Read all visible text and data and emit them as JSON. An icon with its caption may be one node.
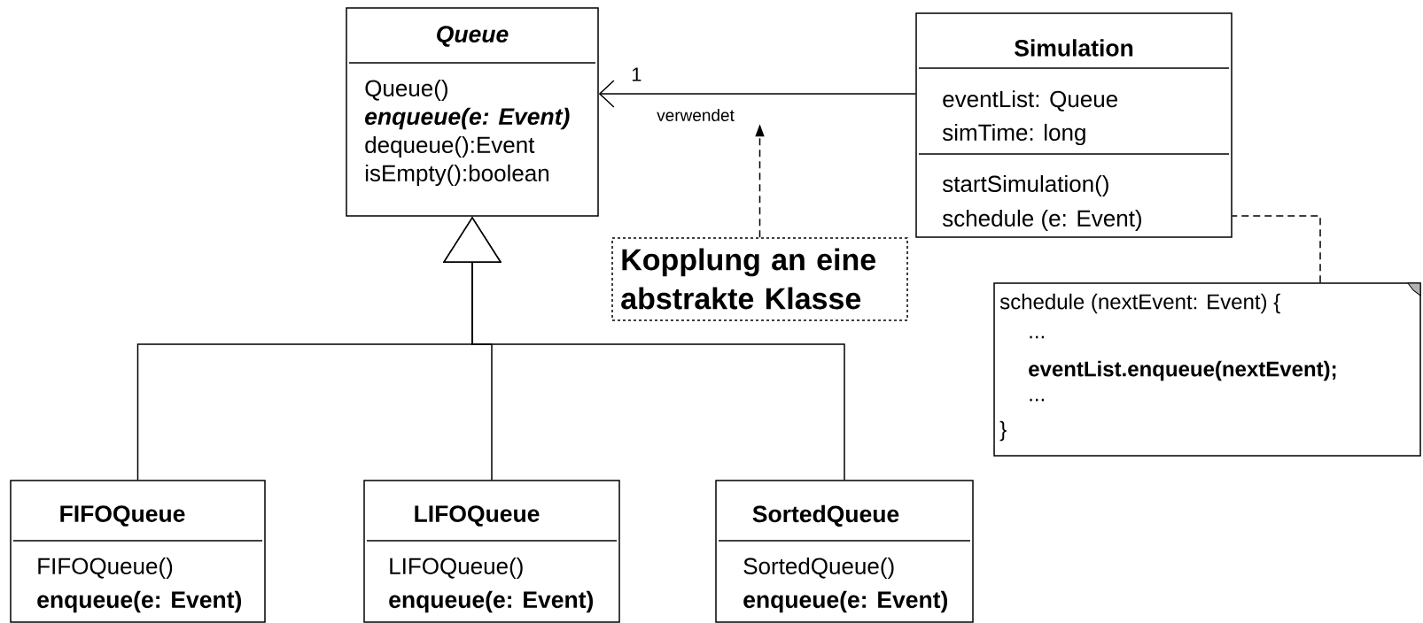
{
  "diagram": {
    "nodes": [
      {
        "text": [
          "Queue",
          "Queue()",
          "enqueue(e: Event)",
          "dequeue():Event",
          "isEmpty():boolean"
        ]
      },
      {
        "text": [
          "Simulation",
          "eventList: Queue",
          "simTime: long",
          "startSimulation()",
          "schedule (e: Event)"
        ]
      },
      {
        "text": [
          "Kopplung an eine abstrakte Klasse"
        ]
      },
      {
        "text": [
          "schedule (nextEvent: Event) {",
          "...",
          "eventList.enqueue(nextEvent);",
          "...",
          "}"
        ]
      },
      {
        "text": [
          "FIFOQueue",
          "FIFOQueue()",
          "enqueue(e: Event)"
        ]
      },
      {
        "text": [
          "LIFOQueue",
          "LIFOQueue()",
          "enqueue(e: Event)"
        ]
      },
      {
        "text": [
          "SortedQueue",
          "SortedQueue()",
          "enqueue(e: Event)"
        ]
      }
    ],
    "edges": [
      {
        "from": 1,
        "to": 0,
        "arrow": "to",
        "label": "verwendet"
      },
      {
        "from": 2,
        "to": null,
        "arrow": "to",
        "style": "dashed"
      },
      {
        "from": 3,
        "to": 1,
        "arrow": "none",
        "style": "dashed"
      },
      {
        "from": 4,
        "to": 0,
        "arrow": "to"
      },
      {
        "from": 5,
        "to": 0,
        "arrow": "to"
      },
      {
        "from": 6,
        "to": 0,
        "arrow": "to"
      }
    ],
    "labels": [
      "1"
    ]
  }
}
